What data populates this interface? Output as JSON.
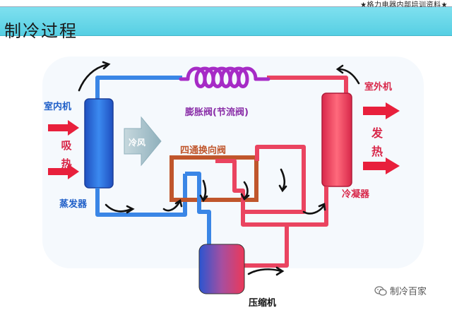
{
  "header": {
    "company_text": "★格力电器内部培训资料★",
    "title": "制冷过程"
  },
  "labels": {
    "indoor_unit": "室内机",
    "absorb_heat": "吸热",
    "evaporator": "蒸发器",
    "cold_air": "冷风",
    "expansion_valve": "膨胀阀(节流阀)",
    "four_way_valve": "四通换向阀",
    "outdoor_unit": "室外机",
    "release_heat": "发热",
    "condenser": "冷凝器",
    "compressor": "压缩机"
  },
  "watermark": {
    "text": "制冷百家",
    "icon": "wechat-icon"
  },
  "colors": {
    "header_bg": "#56cfe3",
    "cold_pipe": "#2a6fd6",
    "hot_pipe": "#e8405a",
    "four_way_valve": "#c0562c",
    "coil": "#a62bc6",
    "arrow_red": "#e8203c",
    "arrow_gray": "#a7c0c9"
  }
}
